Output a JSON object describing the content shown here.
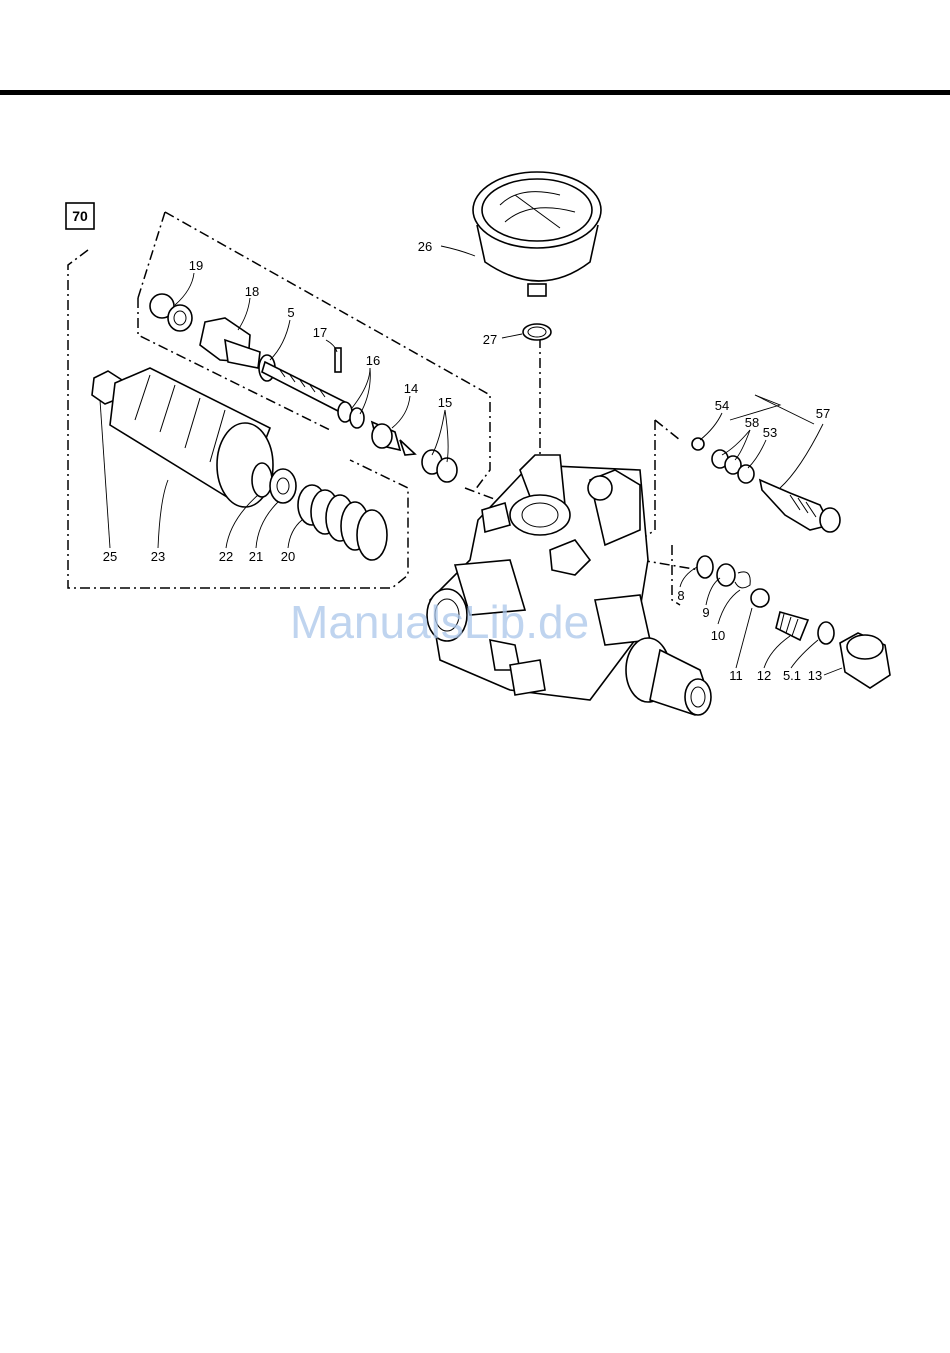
{
  "watermark": "ManualsLib.de",
  "assembly_box": "70",
  "part_labels": [
    "19",
    "18",
    "5",
    "17",
    "16",
    "14",
    "15",
    "25",
    "23",
    "22",
    "21",
    "20",
    "26",
    "27",
    "54",
    "58",
    "53",
    "57",
    "8",
    "9",
    "10",
    "11",
    "12",
    "5.1",
    "13"
  ]
}
